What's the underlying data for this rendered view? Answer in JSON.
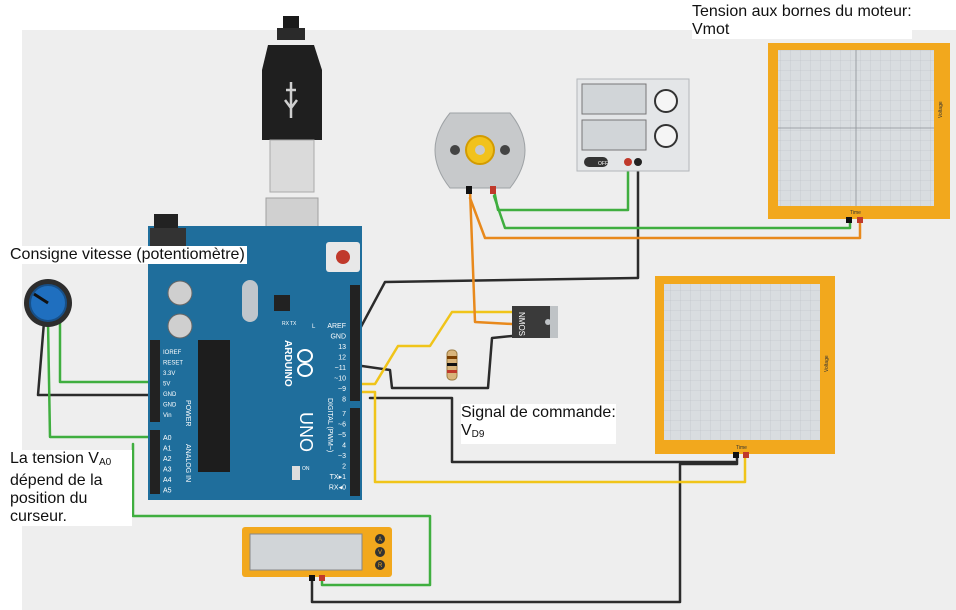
{
  "labels": {
    "motor_voltage_line1": "Tension aux bornes du moteur:",
    "motor_voltage_line2": "Vmot",
    "setpoint": "Consigne vitesse (potentiomètre)",
    "control_signal_line1": "Signal de commande:",
    "control_signal_v": "V",
    "control_signal_sub": "D9",
    "a0_v": "La tension V",
    "a0_sub": "A0",
    "a0_rest1": "dépend de la",
    "a0_rest2": "position du",
    "a0_rest3": "curseur."
  },
  "board": {
    "brand": "ARDUINO",
    "model": "UNO",
    "power_header": "POWER",
    "analog_header": "ANALOG IN",
    "digital_header": "DIGITAL (PWM~)",
    "on_label": "ON",
    "tx_label": "TX",
    "rx_label": "RX",
    "l_label": "L",
    "power_pins": [
      "IOREF",
      "RESET",
      "3.3V",
      "5V",
      "GND",
      "GND",
      "Vin"
    ],
    "analog_pins": [
      "A0",
      "A1",
      "A2",
      "A3",
      "A4",
      "A5"
    ],
    "digital_top_pins": [
      "AREF",
      "GND",
      "13",
      "12",
      "~11",
      "~10",
      "~9",
      "8"
    ],
    "digital_bottom_pins": [
      "7",
      "~6",
      "~5",
      "4",
      "~3",
      "2",
      "TX▸1",
      "RX◂0"
    ]
  },
  "components": {
    "mosfet_label": "NMOS",
    "psu_off": "OFF",
    "oscilloscope_axis_y": "Voltage",
    "oscilloscope_axis_x": "Time",
    "multimeter_modes": [
      "A",
      "V",
      "R"
    ]
  },
  "colors": {
    "wire_black": "#2b2b2b",
    "wire_green": "#3fae3f",
    "wire_orange": "#e8891c",
    "wire_yellow": "#f0c419",
    "board_blue": "#1f6e9c",
    "scope_frame": "#f2a81d",
    "scope_screen": "#d9dde0"
  }
}
